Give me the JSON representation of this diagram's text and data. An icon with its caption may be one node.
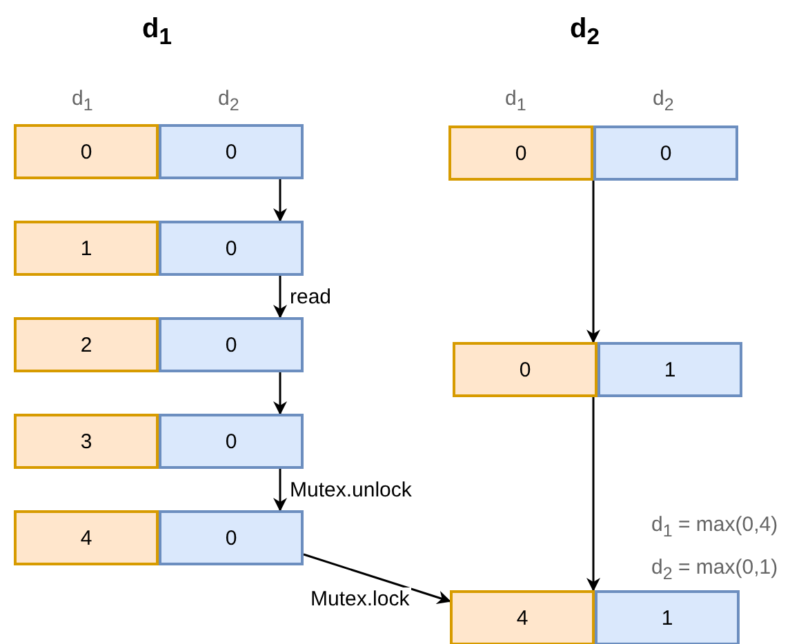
{
  "diagram": {
    "nodes": [
      {
        "text": [
          "0",
          "0"
        ]
      },
      {
        "text": [
          "1",
          "0"
        ]
      },
      {
        "text": [
          "2",
          "0"
        ]
      },
      {
        "text": [
          "3",
          "0"
        ]
      },
      {
        "text": [
          "4",
          "0"
        ]
      },
      {
        "text": [
          "0",
          "0"
        ]
      },
      {
        "text": [
          "0",
          "1"
        ]
      },
      {
        "text": [
          "4",
          "1"
        ]
      }
    ],
    "edges": [
      {
        "from": 0,
        "to": 1,
        "arrow": "to"
      },
      {
        "from": 1,
        "to": 2,
        "arrow": "to",
        "label": "read"
      },
      {
        "from": 2,
        "to": 3,
        "arrow": "to"
      },
      {
        "from": 3,
        "to": 4,
        "arrow": "to",
        "label": "Mutex.unlock"
      },
      {
        "from": 5,
        "to": 6,
        "arrow": "to"
      },
      {
        "from": 6,
        "to": 7,
        "arrow": "to"
      },
      {
        "from": 4,
        "to": 7,
        "arrow": "to",
        "label": "Mutex.lock"
      }
    ],
    "labels": [
      "d$_{1}$",
      "d$_{2}$",
      "d$_{1}$",
      "d$_{2}$",
      "d$_{1}$",
      "d$_{2}$",
      "d$_{1}$ = max(0,4)",
      "d$_{2}$ = max(0,1)"
    ]
  }
}
